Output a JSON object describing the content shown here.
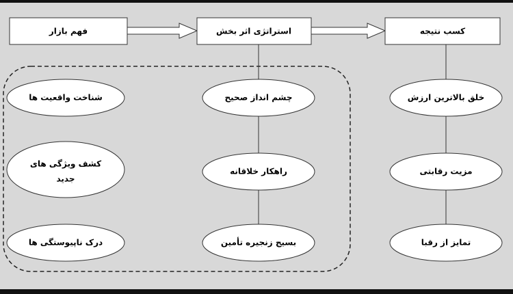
{
  "header_boxes": {
    "market": "فهم بازار",
    "strategy": "استراتژی اثر بخش",
    "result": "کسب نتیجه"
  },
  "left_column": {
    "item1": "شناخت واقعیت ها",
    "item2_line1": "کشف ویژگی های",
    "item2_line2": "جدید",
    "item3": "درک ناپیوستگی ها"
  },
  "middle_column": {
    "item1": "چشم انداز صحیح",
    "item2": "راهکار خلاقانه",
    "item3": "بسیج زنجیره تأمین"
  },
  "right_column": {
    "item1": "خلق بالاترین ارزش",
    "item2": "مزیت رقابتی",
    "item3": "تمایز از رقبا"
  }
}
